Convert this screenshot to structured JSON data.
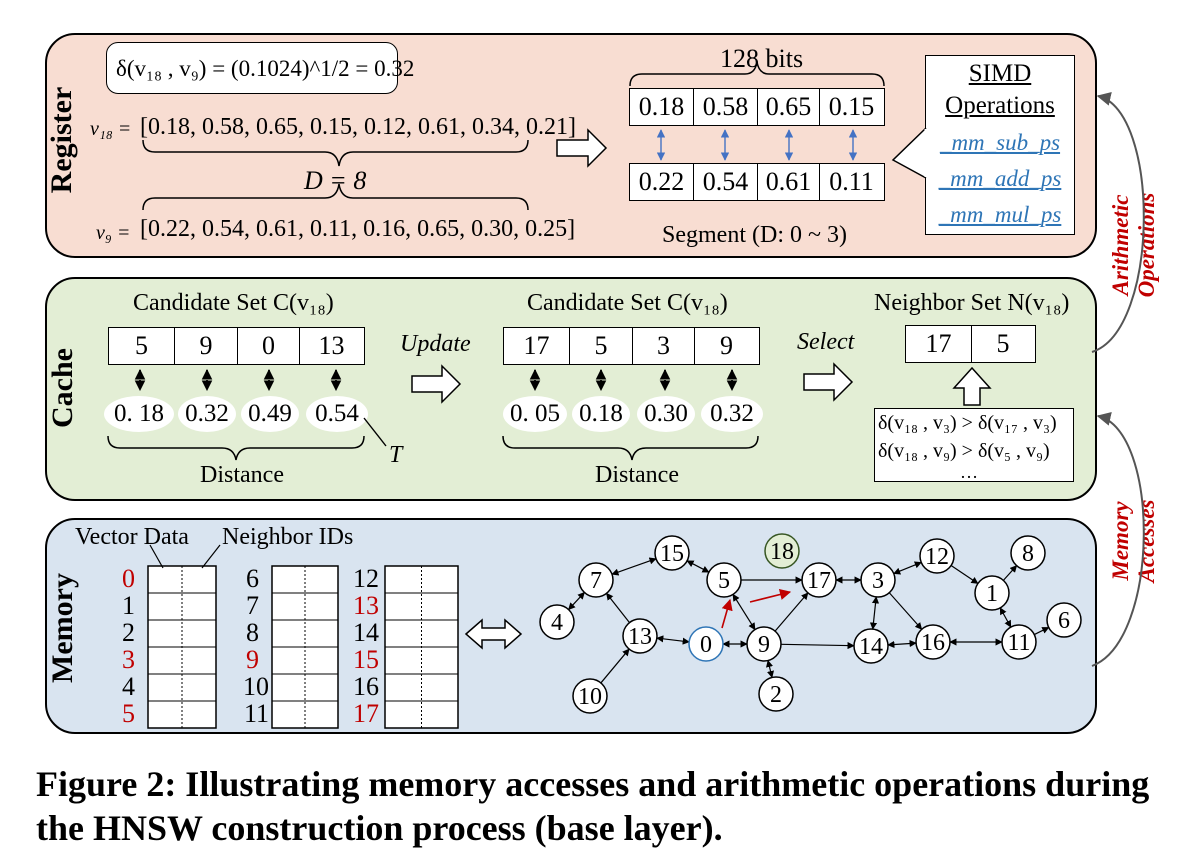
{
  "register": {
    "label": "Register",
    "distance_expr": "δ(v₁₈ , v₉) = (0.1024)^1/2 = 0.32",
    "v18_label": "v₁₈ =",
    "v18_values": "[0.18, 0.58, 0.65, 0.15, 0.12, 0.61, 0.34, 0.21]",
    "dim_label": "D = 8",
    "v9_label": "v₉ =",
    "v9_values": "[0.22, 0.54, 0.61, 0.11, 0.16, 0.65, 0.30, 0.25]",
    "bits_label": "128 bits",
    "segment_top": [
      "0.18",
      "0.58",
      "0.65",
      "0.15"
    ],
    "segment_bottom": [
      "0.22",
      "0.54",
      "0.61",
      "0.11"
    ],
    "segment_label": "Segment (D: 0 ~ 3)",
    "simd_title_1": "SIMD",
    "simd_title_2": "Operations",
    "simd_ops": [
      "_mm_sub_ps",
      "_mm_add_ps",
      "_mm_mul_ps"
    ]
  },
  "cache": {
    "label": "Cache",
    "cand1_title": "Candidate Set C(v₁₈)",
    "cand1_ids": [
      "5",
      "9",
      "0",
      "13"
    ],
    "cand1_dists": [
      "0. 18",
      "0.32",
      "0.49",
      "0.54"
    ],
    "distance_label_1": "Distance",
    "t_label": "T",
    "update_label": "Update",
    "cand2_title": "Candidate Set C(v₁₈)",
    "cand2_ids": [
      "17",
      "5",
      "3",
      "9"
    ],
    "cand2_dists": [
      "0. 05",
      "0.18",
      "0.30",
      "0.32"
    ],
    "distance_label_2": "Distance",
    "select_label": "Select",
    "neighbor_title": "Neighbor Set N(v₁₈)",
    "neighbor_ids": [
      "17",
      "5"
    ],
    "rule_1": "δ(v₁₈ , v₃) > δ(v₁₇ , v₃)",
    "rule_2": "δ(v₁₈ , v₉) > δ(v₅ , v₉)",
    "rule_more": "…"
  },
  "memory": {
    "label": "Memory",
    "vector_data_label": "Vector Data",
    "neighbor_ids_label": "Neighbor IDs",
    "col1_ids": [
      "0",
      "1",
      "2",
      "3",
      "4",
      "5"
    ],
    "col2_ids": [
      "6",
      "7",
      "8",
      "9",
      "10",
      "11"
    ],
    "col3_ids": [
      "12",
      "13",
      "14",
      "15",
      "16",
      "17"
    ],
    "highlighted_ids": [
      "0",
      "3",
      "5",
      "9",
      "13",
      "15",
      "17"
    ],
    "graph_nodes": [
      "15",
      "18",
      "7",
      "5",
      "17",
      "3",
      "12",
      "8",
      "1",
      "4",
      "13",
      "0",
      "9",
      "14",
      "16",
      "11",
      "6",
      "10",
      "2"
    ]
  },
  "side": {
    "arithmetic": "Arithmetic Operations",
    "arithmetic_1": "Arithmetic",
    "arithmetic_2": "Operations",
    "memory_1": "Memory",
    "memory_2": "Accesses"
  },
  "caption": "Figure 2: Illustrating memory accesses and arithmetic operations during the HNSW construction process (base layer).",
  "colors": {
    "register_bg": "#f8ddd2",
    "cache_bg": "#e3eed5",
    "memory_bg": "#d9e4f0",
    "highlight_red": "#c00000",
    "simd_blue": "#2e75b6"
  }
}
